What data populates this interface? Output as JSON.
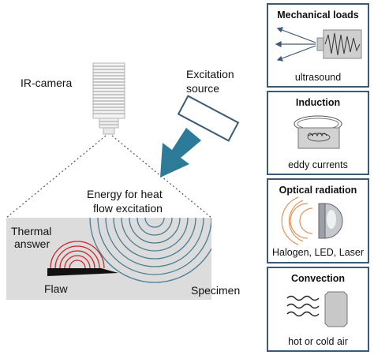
{
  "main": {
    "camera_label": "IR-camera",
    "source_label_line1": "Excitation",
    "source_label_line2": "source",
    "energy_label_line1": "Energy for heat",
    "energy_label_line2": "flow excitation",
    "thermal_label_line1": "Thermal",
    "thermal_label_line2": "answer",
    "flaw_label": "Flaw",
    "specimen_label": "Specimen"
  },
  "panels": [
    {
      "title": "Mechanical loads",
      "caption": "ultrasound",
      "icon": "ultrasound-transducer-icon"
    },
    {
      "title": "Induction",
      "caption": "eddy currents",
      "icon": "induction-coil-icon"
    },
    {
      "title": "Optical radiation",
      "caption": "Halogen, LED, Laser",
      "icon": "lamp-icon"
    },
    {
      "title": "Convection",
      "caption": "hot or cold air",
      "icon": "air-nozzle-icon"
    }
  ],
  "colors": {
    "panel_border": "#3d5a75",
    "arrow": "#2e7b99",
    "specimen_fill": "#dcdcdc",
    "waves": "#4a7e95",
    "thermal_waves": "#c8282d",
    "flaw": "#111111"
  }
}
